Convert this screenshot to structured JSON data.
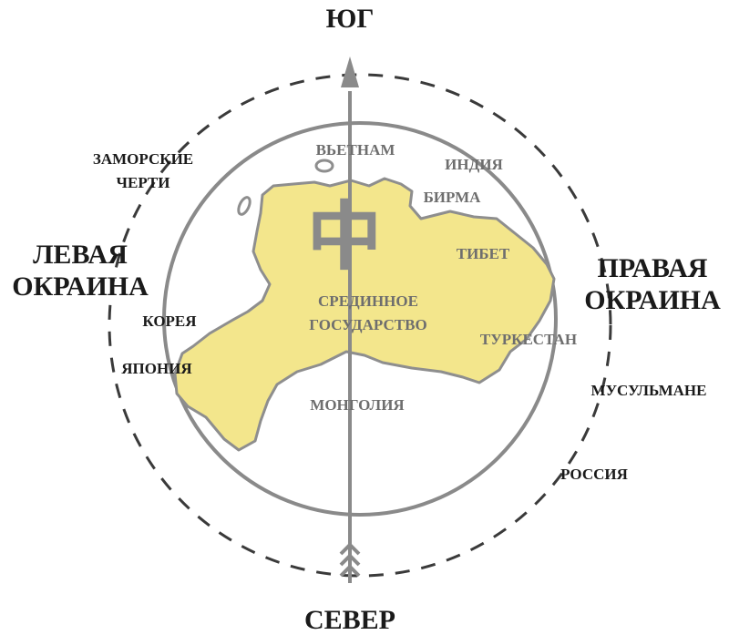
{
  "directions": {
    "south": "ЮГ",
    "north": "СЕВЕР"
  },
  "edges": {
    "left_line1": "ЛЕВАЯ",
    "left_line2": "ОКРАИНА",
    "right_line1": "ПРАВАЯ",
    "right_line2": "ОКРАИНА"
  },
  "outer_regions": {
    "overseas_devils_line1": "ЗАМОРСКИЕ",
    "overseas_devils_line2": "ЧЕРТИ",
    "muslims": "МУСУЛЬМАНЕ",
    "russia": "РОССИЯ",
    "korea": "КОРЕЯ",
    "japan": "ЯПОНИЯ"
  },
  "inner_regions": {
    "vietnam": "ВЬЕТНАМ",
    "india": "ИНДИЯ",
    "burma": "БИРМА",
    "tibet": "ТИБЕТ",
    "turkestan": "ТУРКЕСТАН",
    "mongolia": "МОНГОЛИЯ",
    "middle_kingdom_line1": "СРЕДИННОЕ",
    "middle_kingdom_line2": "ГОСУДАРСТВО"
  },
  "center_glyph": "中",
  "colors": {
    "land": "#f3e68c",
    "land_stroke": "#8e8e8e",
    "inner_circle": "#8a8a8a",
    "outer_circle": "#3a3a3a",
    "axis": "#8a8a8a"
  }
}
